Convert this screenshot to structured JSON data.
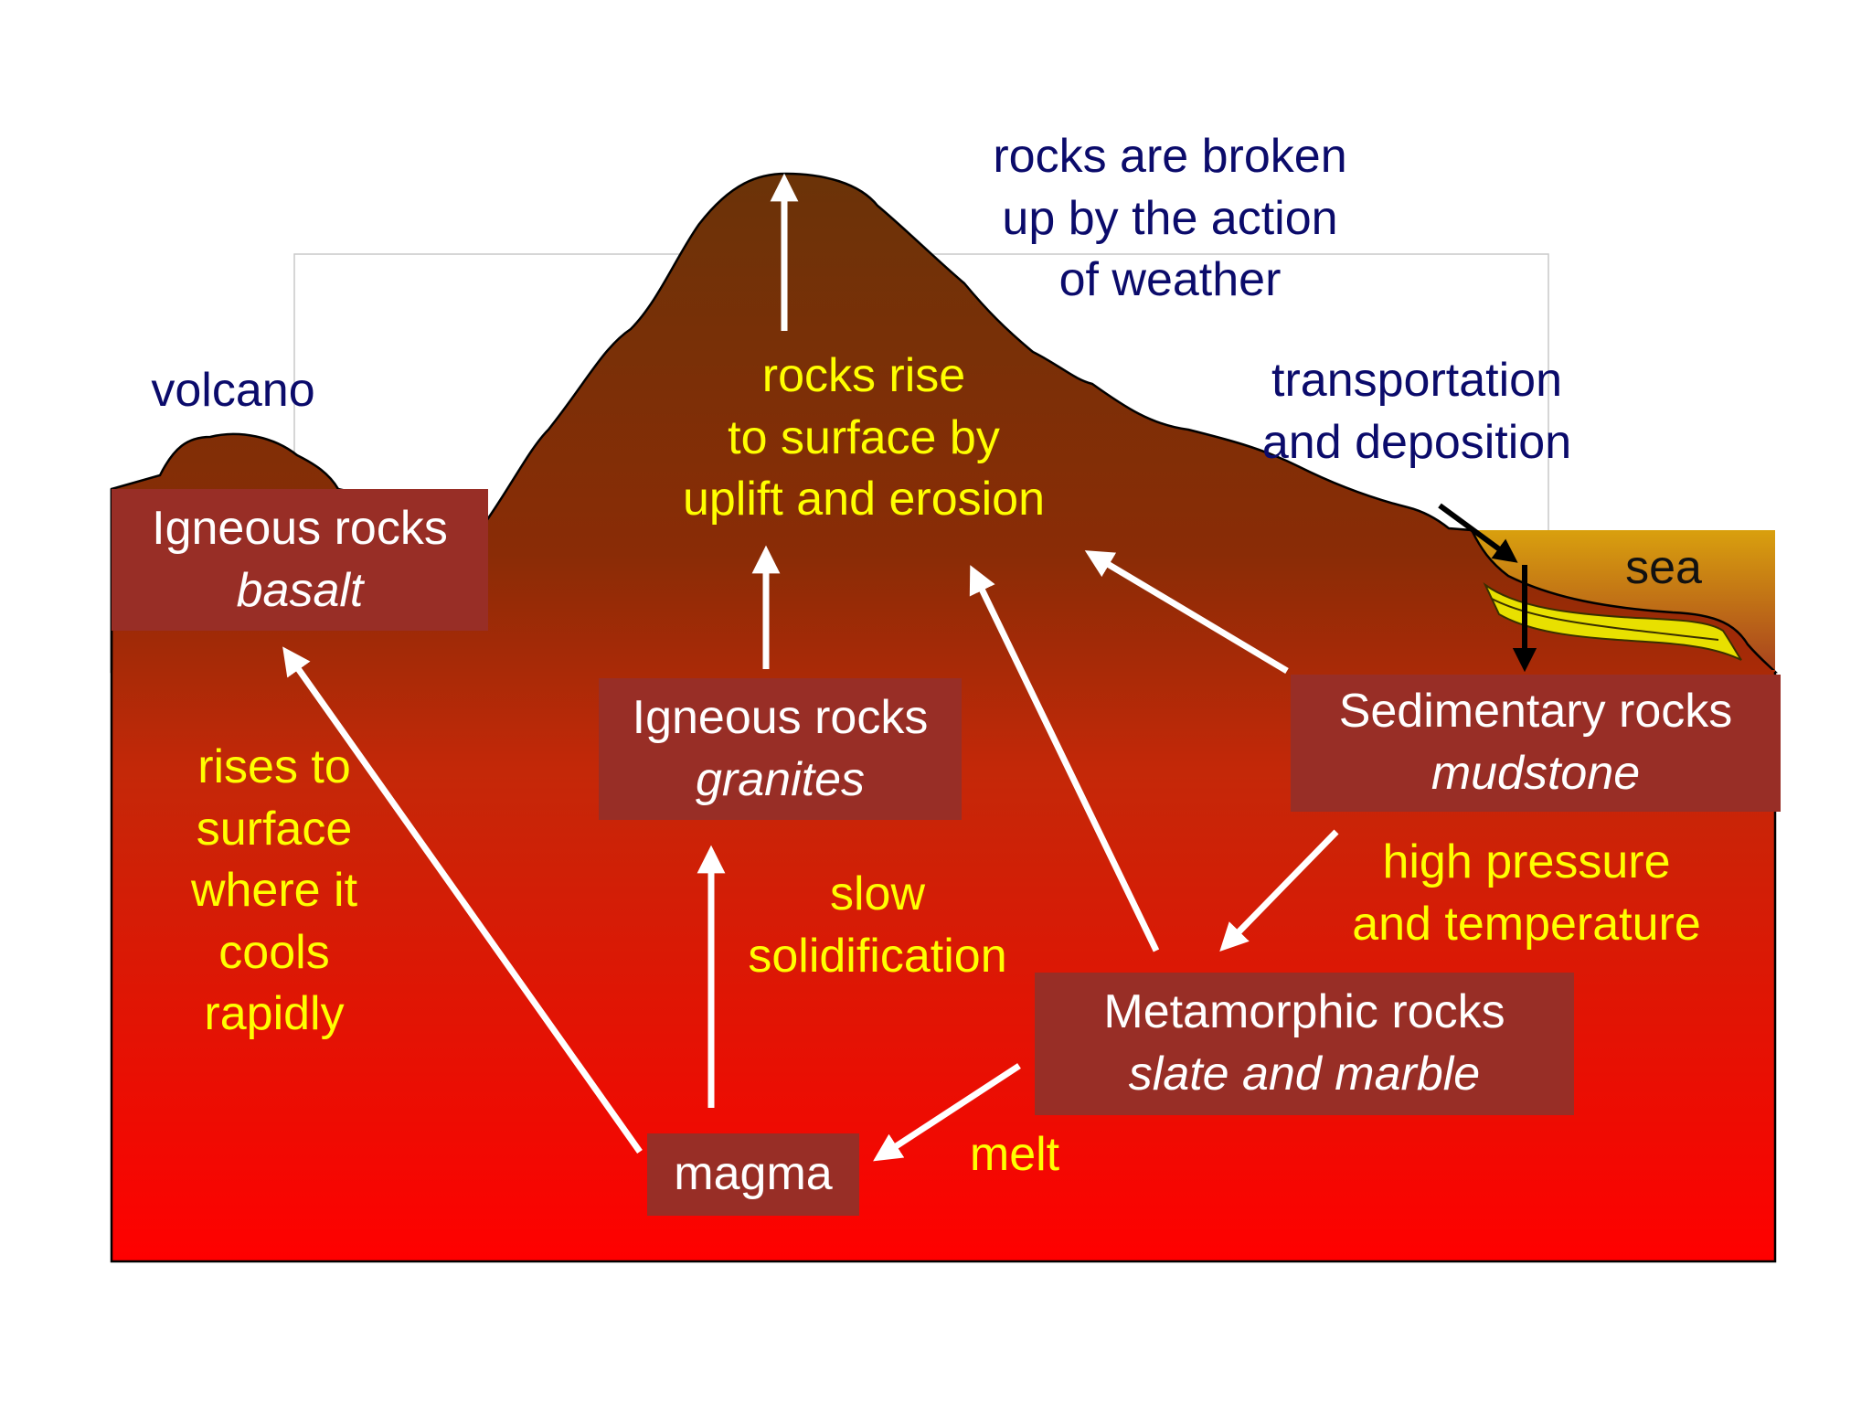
{
  "colors": {
    "ground_top": "#6b3308",
    "ground_mid": "#c02a08",
    "ground_bottom": "#ff0000",
    "sea_top": "#d59b0e",
    "sediment": "#e8e000",
    "box_fill": "#982e26",
    "navy_text": "#0b0b6b",
    "yellow_text": "#ffff00",
    "arrow_white": "#ffffff",
    "arrow_black": "#000000"
  },
  "labels": {
    "weathering": [
      "rocks are broken",
      "up by the action",
      "of weather"
    ],
    "volcano": "volcano",
    "transport": [
      "transportation",
      "and deposition"
    ],
    "sea": "sea",
    "uplift": [
      "rocks rise",
      "to surface by",
      "uplift and erosion"
    ],
    "rises": [
      "rises to",
      "surface",
      "where it",
      "cools",
      "rapidly"
    ],
    "slow": [
      "slow",
      "solidification"
    ],
    "pressure": [
      "high pressure",
      "and temperature"
    ],
    "melt": "melt"
  },
  "boxes": {
    "igneous_basalt": {
      "title": "Igneous rocks",
      "sub": "basalt"
    },
    "igneous_granite": {
      "title": "Igneous rocks",
      "sub": "granites"
    },
    "sedimentary": {
      "title": "Sedimentary rocks",
      "sub": "mudstone"
    },
    "metamorphic": {
      "title": "Metamorphic rocks",
      "sub": "slate and marble"
    },
    "magma": {
      "title": "magma"
    }
  }
}
